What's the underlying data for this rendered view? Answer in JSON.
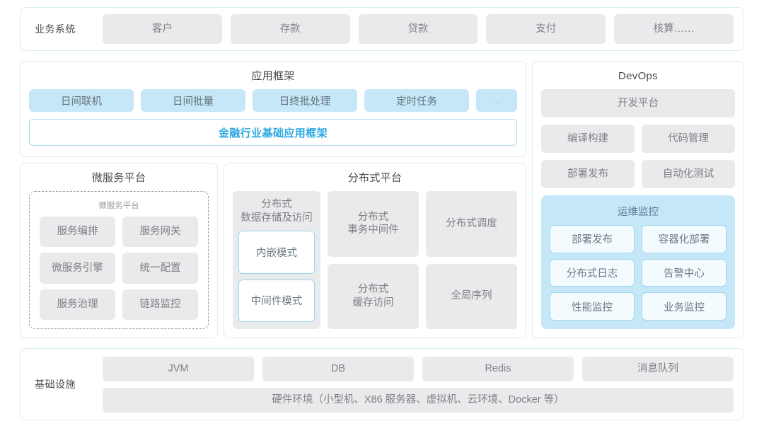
{
  "business_systems": {
    "label": "业务系统",
    "items": [
      "客户",
      "存款",
      "贷款",
      "支付",
      "核算……"
    ]
  },
  "app_framework": {
    "title": "应用框架",
    "items": [
      "日间联机",
      "日间批量",
      "日终批处理",
      "定时任务"
    ],
    "more": "...",
    "banner": "金融行业基础应用框架"
  },
  "microservice_platform": {
    "title": "微服务平台",
    "inner_title": "微服务平台",
    "items": [
      "服务编排",
      "服务网关",
      "微服务引擎",
      "统一配置",
      "服务治理",
      "链路监控"
    ]
  },
  "distributed_platform": {
    "title": "分布式平台",
    "storage": {
      "header": "分布式\n数据存储及访问",
      "modes": [
        "内嵌模式",
        "中间件模式"
      ]
    },
    "items": [
      "分布式\n事务中间件",
      "分布式调度",
      "分布式\n缓存访问",
      "全局序列"
    ]
  },
  "devops": {
    "title": "DevOps",
    "platform": "开发平台",
    "items": [
      "编译构建",
      "代码管理",
      "部署发布",
      "自动化测试"
    ],
    "ops_monitor": {
      "title": "运维监控",
      "items": [
        "部署发布",
        "容器化部署",
        "分布式日志",
        "告警中心",
        "性能监控",
        "业务监控"
      ]
    }
  },
  "infrastructure": {
    "label": "基础设施",
    "items": [
      "JVM",
      "DB",
      "Redis",
      "消息队列"
    ],
    "hardware": "硬件环境（小型机、X86 服务器、虚拟机、云环境、Docker 等）"
  },
  "colors": {
    "accent": "#29a7e1",
    "chip_grey": "#e9eaeb",
    "chip_blue": "#c5e7f8",
    "border": "#d8eef2"
  }
}
